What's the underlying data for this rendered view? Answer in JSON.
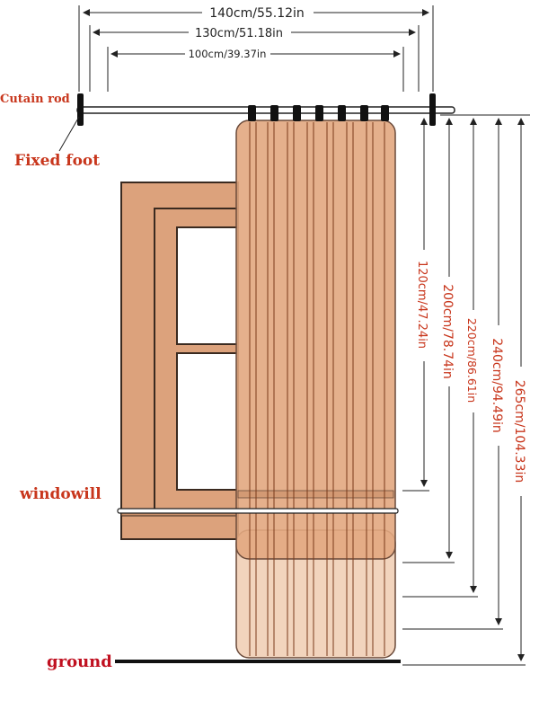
{
  "labels": {
    "curtain_rod": "Cutain rod",
    "fixed_foot": "Fixed foot",
    "windowsill": "windowill",
    "ground": "ground"
  },
  "widths": {
    "rod_140": "140cm/55.12in",
    "rod_130": "130cm/51.18in",
    "rod_100": "100cm/39.37in"
  },
  "heights": {
    "h120": "120cm/47.24in",
    "h200": "200cm/78.74in",
    "h220": "220cm/86.61in",
    "h240": "240cm/94.49in",
    "h265": "265cm/104.33in"
  },
  "colors": {
    "label_red": "#c8361c",
    "ground_red": "#c01020",
    "window_frame": "#dca27c",
    "window_outline": "#3a2a20",
    "curtain_fill": "#e2a77f",
    "curtain_lower": "#f2d4bd",
    "stripe": "#7a3a1a",
    "dim_line": "#333333"
  }
}
